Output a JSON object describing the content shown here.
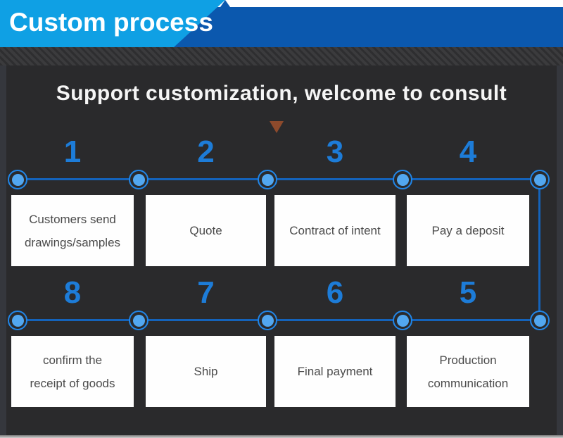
{
  "banner": {
    "title": "Custom process"
  },
  "heading": {
    "title": "Support customization, welcome to consult"
  },
  "steps": [
    {
      "number": "1",
      "lines": [
        "Customers send",
        "drawings/samples"
      ]
    },
    {
      "number": "2",
      "lines": [
        "Quote"
      ]
    },
    {
      "number": "3",
      "lines": [
        "Contract of intent"
      ]
    },
    {
      "number": "4",
      "lines": [
        "Pay a deposit"
      ]
    },
    {
      "number": "5",
      "lines": [
        "Production",
        "communication"
      ]
    },
    {
      "number": "6",
      "lines": [
        "Final payment"
      ]
    },
    {
      "number": "7",
      "lines": [
        "Ship"
      ]
    },
    {
      "number": "8",
      "lines": [
        "confirm the",
        "receipt of goods"
      ]
    }
  ],
  "colors": {
    "banner_light_blue": "#0fa0e4",
    "banner_dark_blue": "#0b58ae",
    "accent_blue": "#1d7cd8",
    "dot_fill": "#52a7f0",
    "connector_blue": "#1463bb",
    "arrow_brown": "#8d4a2c",
    "panel_dark": "#2a2a2c"
  }
}
